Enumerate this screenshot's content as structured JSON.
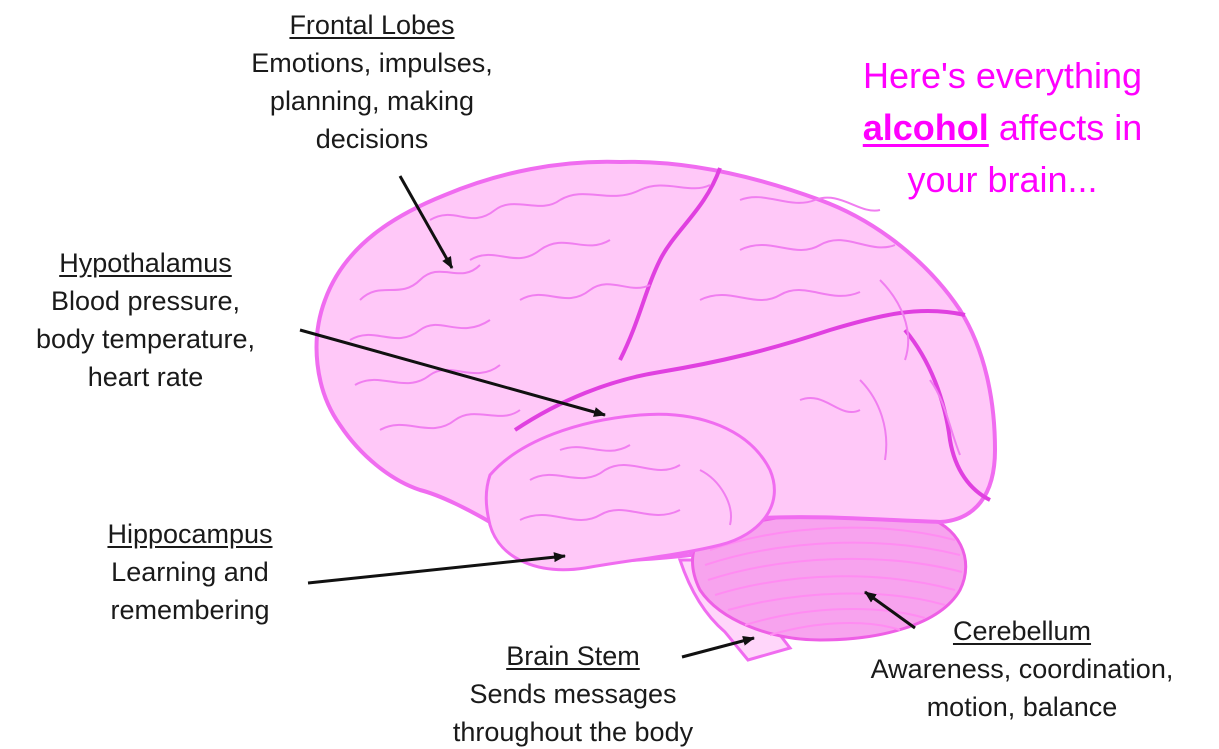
{
  "headline": {
    "line1": "Here's everything",
    "emphasis": "alcohol",
    "after_emphasis": "affects in",
    "line3": "your brain...",
    "color": "#ff00ff"
  },
  "regions": {
    "frontal_lobes": {
      "name": "Frontal Lobes",
      "desc_lines": [
        "Emotions, impulses,",
        "planning, making",
        "decisions"
      ]
    },
    "hypothalamus": {
      "name": "Hypothalamus",
      "desc_lines": [
        "Blood pressure,",
        "body temperature,",
        "heart rate"
      ]
    },
    "hippocampus": {
      "name": "Hippocampus",
      "desc_lines": [
        "Learning and",
        "remembering"
      ]
    },
    "brain_stem": {
      "name": "Brain Stem",
      "desc_lines": [
        "Sends messages",
        "throughout the body"
      ]
    },
    "cerebellum": {
      "name": "Cerebellum",
      "desc_lines": [
        "Awareness, coordination,",
        "motion, balance"
      ]
    }
  },
  "colors": {
    "brain_fill": "#ffc8f8",
    "brain_stroke": "#f06cf0",
    "cerebellum_fill": "#f7a3ee",
    "arrow": "#111111"
  }
}
